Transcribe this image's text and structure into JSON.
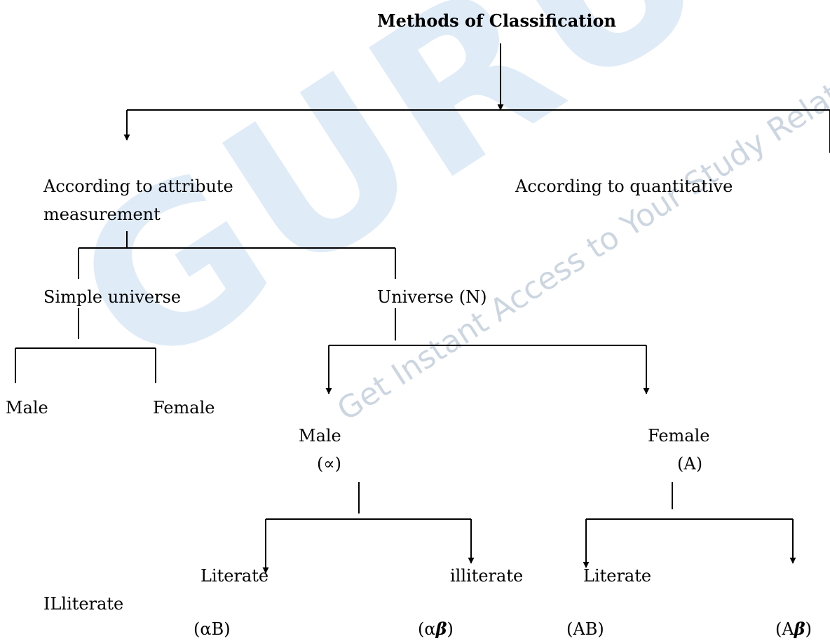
{
  "watermark": {
    "brand": "GURUKPO",
    "tagline": "Get Instant Access to Your Study Related Queries..."
  },
  "title": "Methods of Classification",
  "branches": {
    "attribute_line1": "According to attribute",
    "attribute_line2": "measurement",
    "quantitative": "According to quantitative"
  },
  "simple": {
    "label": "Simple universe",
    "male": "Male",
    "female": "Female"
  },
  "universe": {
    "label": "Universe (N)",
    "male": "Male",
    "male_symbol": "(∝)",
    "female": "Female",
    "female_symbol": "(A)"
  },
  "leaves": {
    "male_literate": "Literate",
    "male_illiterate": "illiterate",
    "female_literate": "Literate",
    "female_illiterate": "ILliterate",
    "male_literate_symbol": "(αB)",
    "male_illiterate_symbol_open": "(α",
    "male_illiterate_symbol_beta": "β",
    "male_illiterate_symbol_close": ")",
    "female_literate_symbol": "(AB)",
    "female_illiterate_symbol_open": "(A",
    "female_illiterate_symbol_beta": "β",
    "female_illiterate_symbol_close": ")"
  }
}
